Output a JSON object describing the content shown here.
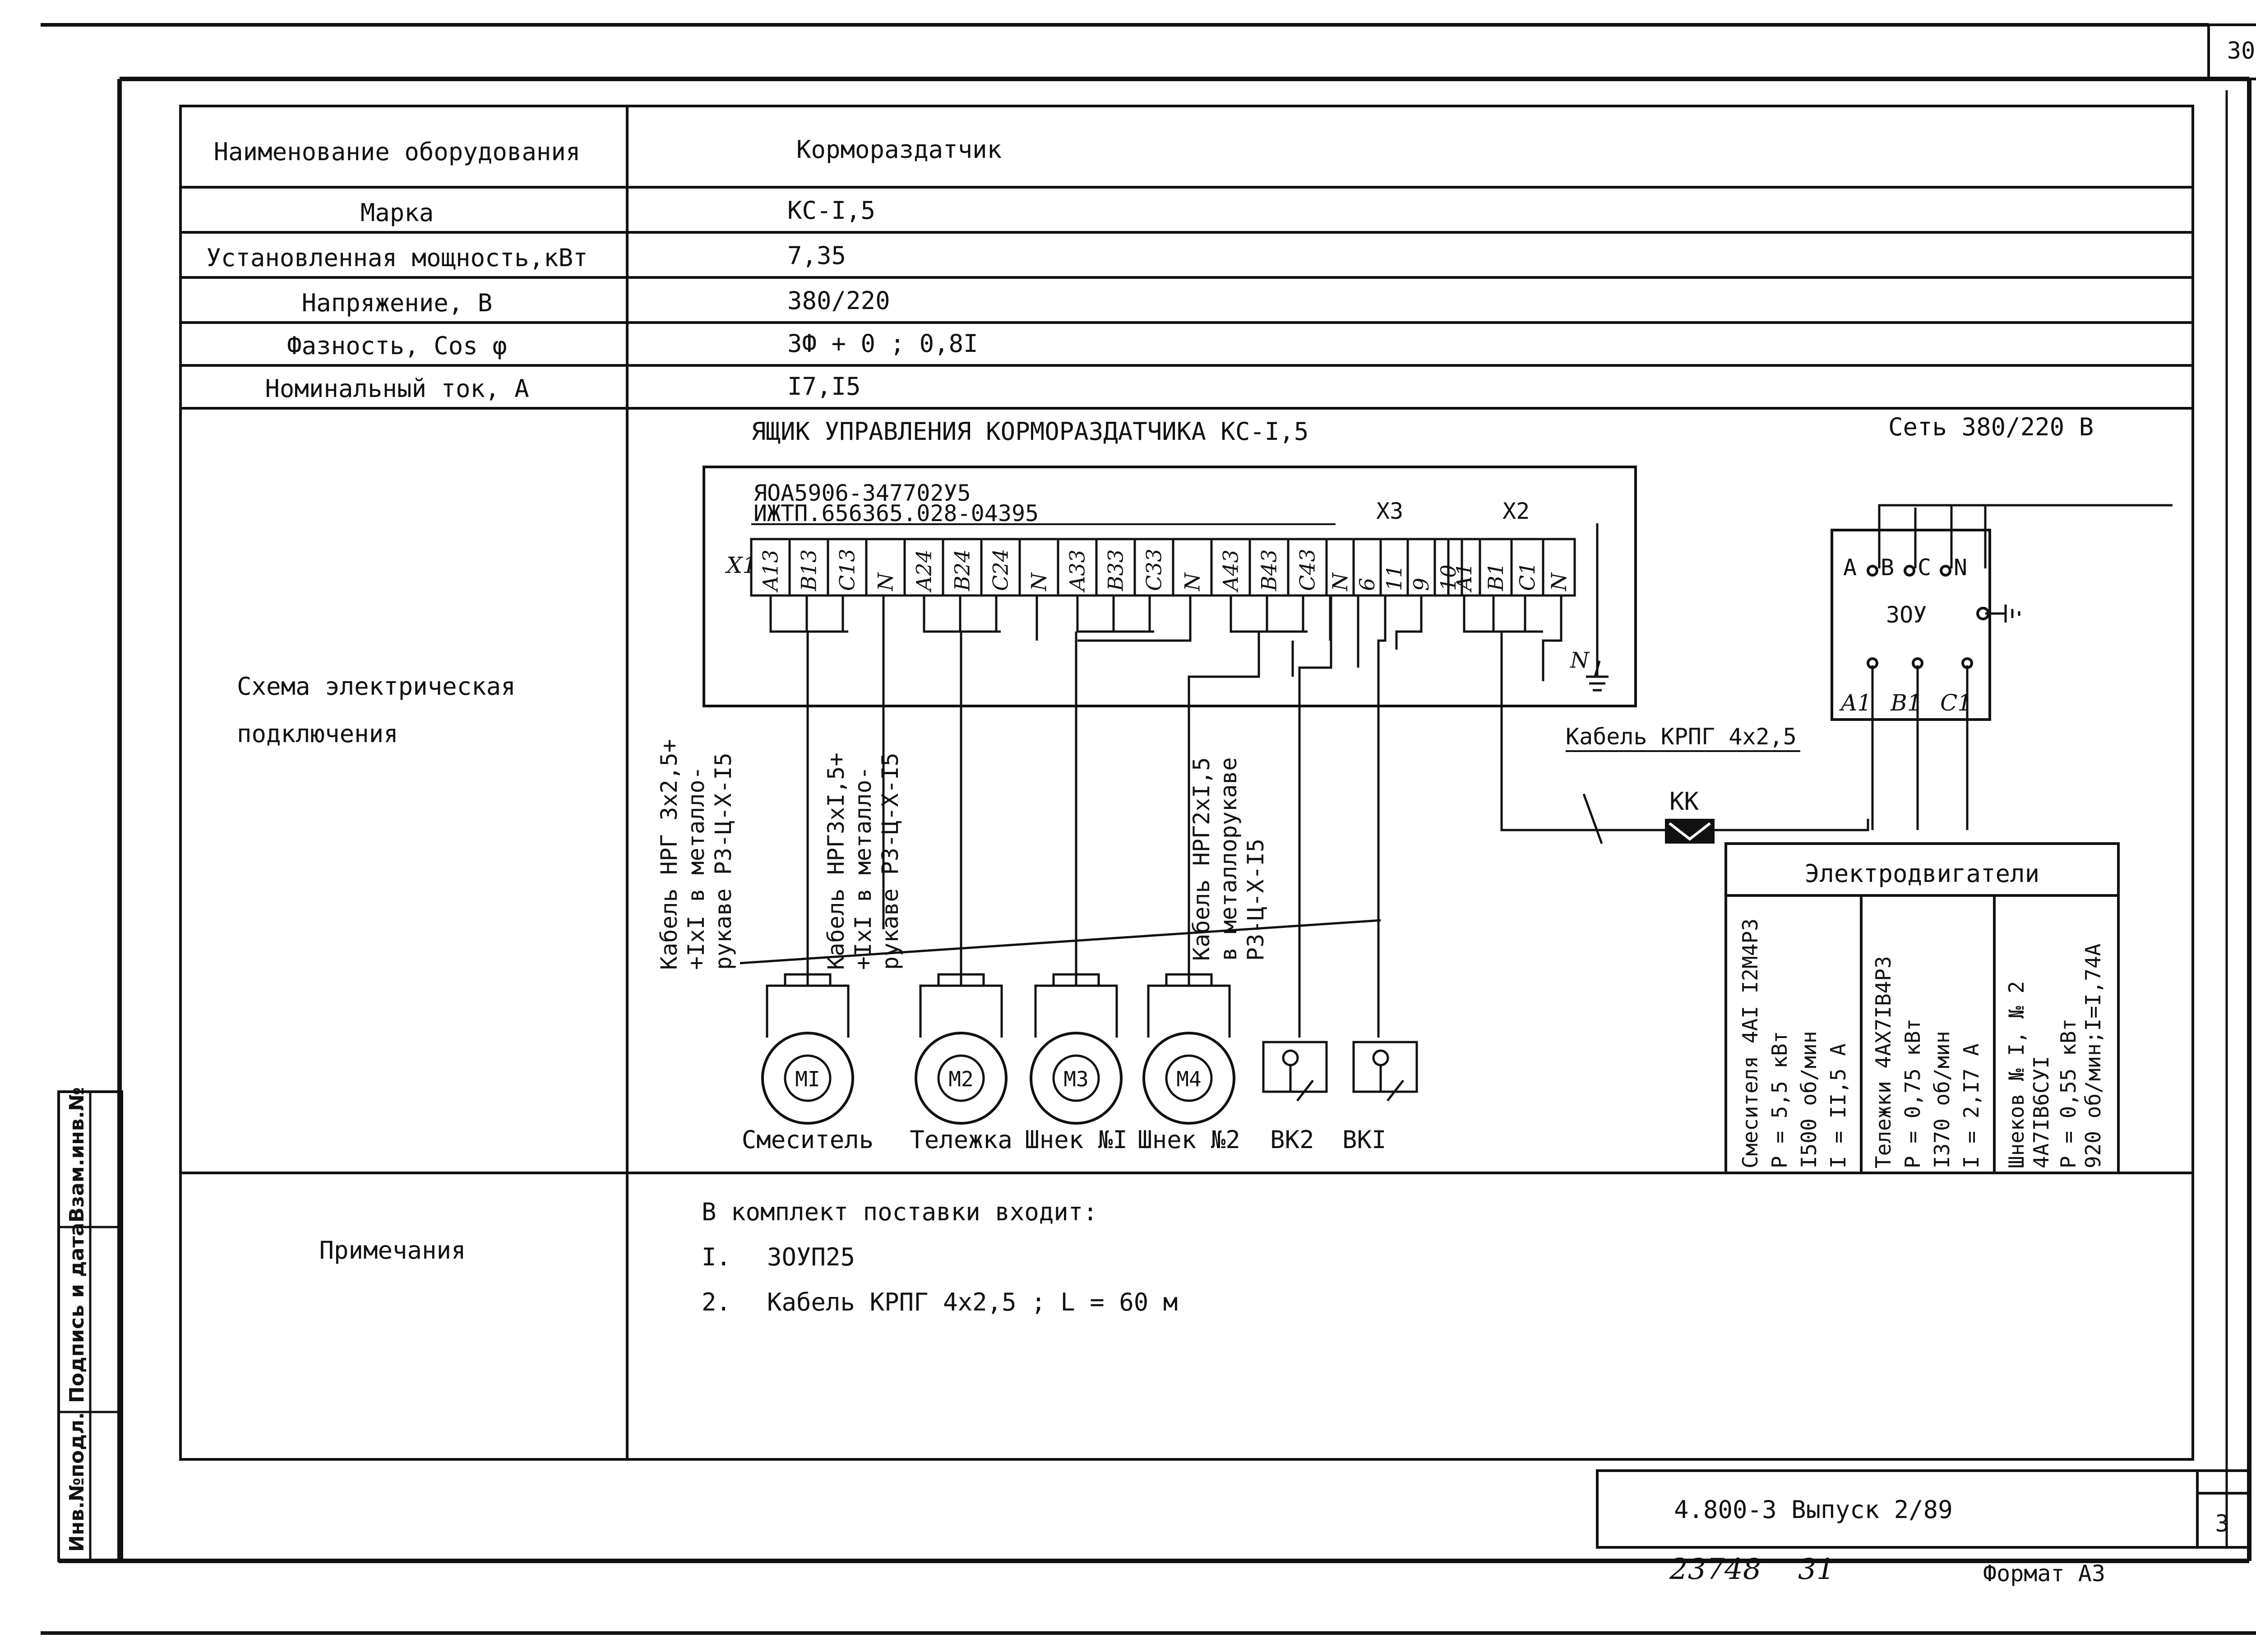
{
  "page_number": "30",
  "sheet_number": "3",
  "table": {
    "name_header": "Наименование оборудования",
    "equipment_name": "Кормораздатчик",
    "rows": [
      {
        "label": "Марка",
        "value": "КС-I,5"
      },
      {
        "label": "Установленная мощность,кВт",
        "value": "7,35"
      },
      {
        "label": "Напряжение, В",
        "value": "380/220"
      },
      {
        "label": "Фазность, Cos φ",
        "value": "3Ф + 0 ;  0,8I"
      },
      {
        "label": "Номинальный ток, А",
        "value": "I7,I5"
      }
    ],
    "scheme_label_1": "Схема электрическая",
    "scheme_label_2": "подключения",
    "notes_label": "Примечания"
  },
  "diagram": {
    "box_title": "ЯЩИК УПРАВЛЕНИЯ КОРМОРАЗДАТЧИКА КС-I,5",
    "network": "Сеть 380/220 В",
    "code_1": "ЯОА5906-347702У5",
    "code_2": "ИЖТП.656365.028-04395",
    "x1": "X1",
    "x2": "X2",
    "x3": "X3",
    "terminals": [
      "A13",
      "B13",
      "C13",
      "N",
      "A24",
      "B24",
      "C24",
      "N",
      "A33",
      "B33",
      "C33",
      "N",
      "A43",
      "B43",
      "C43"
    ],
    "x3_terminals": [
      "N",
      "6",
      "11",
      "9",
      "10"
    ],
    "x2_terminals": [
      "A1",
      "B1",
      "C1",
      "N"
    ],
    "ground_n": "N",
    "zou": {
      "label": "ЗОУ",
      "inputs": [
        "A",
        "B",
        "C",
        "N"
      ],
      "outputs": [
        "A1",
        "B1",
        "C1"
      ]
    },
    "cable_krpg": "Кабель КРПГ 4х2,5",
    "kk": "КК",
    "cable_1": [
      "Кабель НРГ 3х2,5+",
      "+IхI в металло-",
      "рукаве РЗ-Ц-Х-I5"
    ],
    "cable_2": [
      "Кабель НРГ3хI,5+",
      "+IхI в металло-",
      "рукаве РЗ-Ц-Х-I5"
    ],
    "cable_3": [
      "Кабель НРГ2хI,5",
      "в металлорукаве",
      "РЗ-Ц-Х-I5"
    ],
    "motors": [
      {
        "id": "MI",
        "caption": "Смеситель"
      },
      {
        "id": "M2",
        "caption": "Тележка"
      },
      {
        "id": "M3",
        "caption": "Шнек №I"
      },
      {
        "id": "M4",
        "caption": "Шнек №2"
      }
    ],
    "switches": [
      "ВК2",
      "ВКI"
    ]
  },
  "motors_table": {
    "title": "Электродвигатели",
    "columns": [
      [
        "Смесителя 4АI I2М4РЗ",
        "Р = 5,5 кВт",
        "I500 об/мин",
        "I = II,5 А"
      ],
      [
        "Тележки 4АХ7IВ4РЗ",
        "Р = 0,75 кВт",
        "I370 об/мин",
        "I = 2,I7 А"
      ],
      [
        "Шнеков № I, № 2",
        "4А7IВ6СУI",
        "Р = 0,55 кВт",
        "920 об/мин;I=I,74А"
      ]
    ]
  },
  "notes": {
    "intro": "В комплект поставки входит:",
    "items": [
      {
        "num": "I.",
        "text": "ЗОУП25"
      },
      {
        "num": "2.",
        "text": "Кабель  КРПГ 4х2,5 ;   L = 60 м"
      }
    ]
  },
  "stamp_labels": [
    "Инв.№подл.",
    "Подпись и дата",
    "Взам.инв.№"
  ],
  "title_block": {
    "doc": "4.800-3 Выпуск 2/89",
    "handwritten": "23748    31",
    "format": "Формат А3"
  }
}
